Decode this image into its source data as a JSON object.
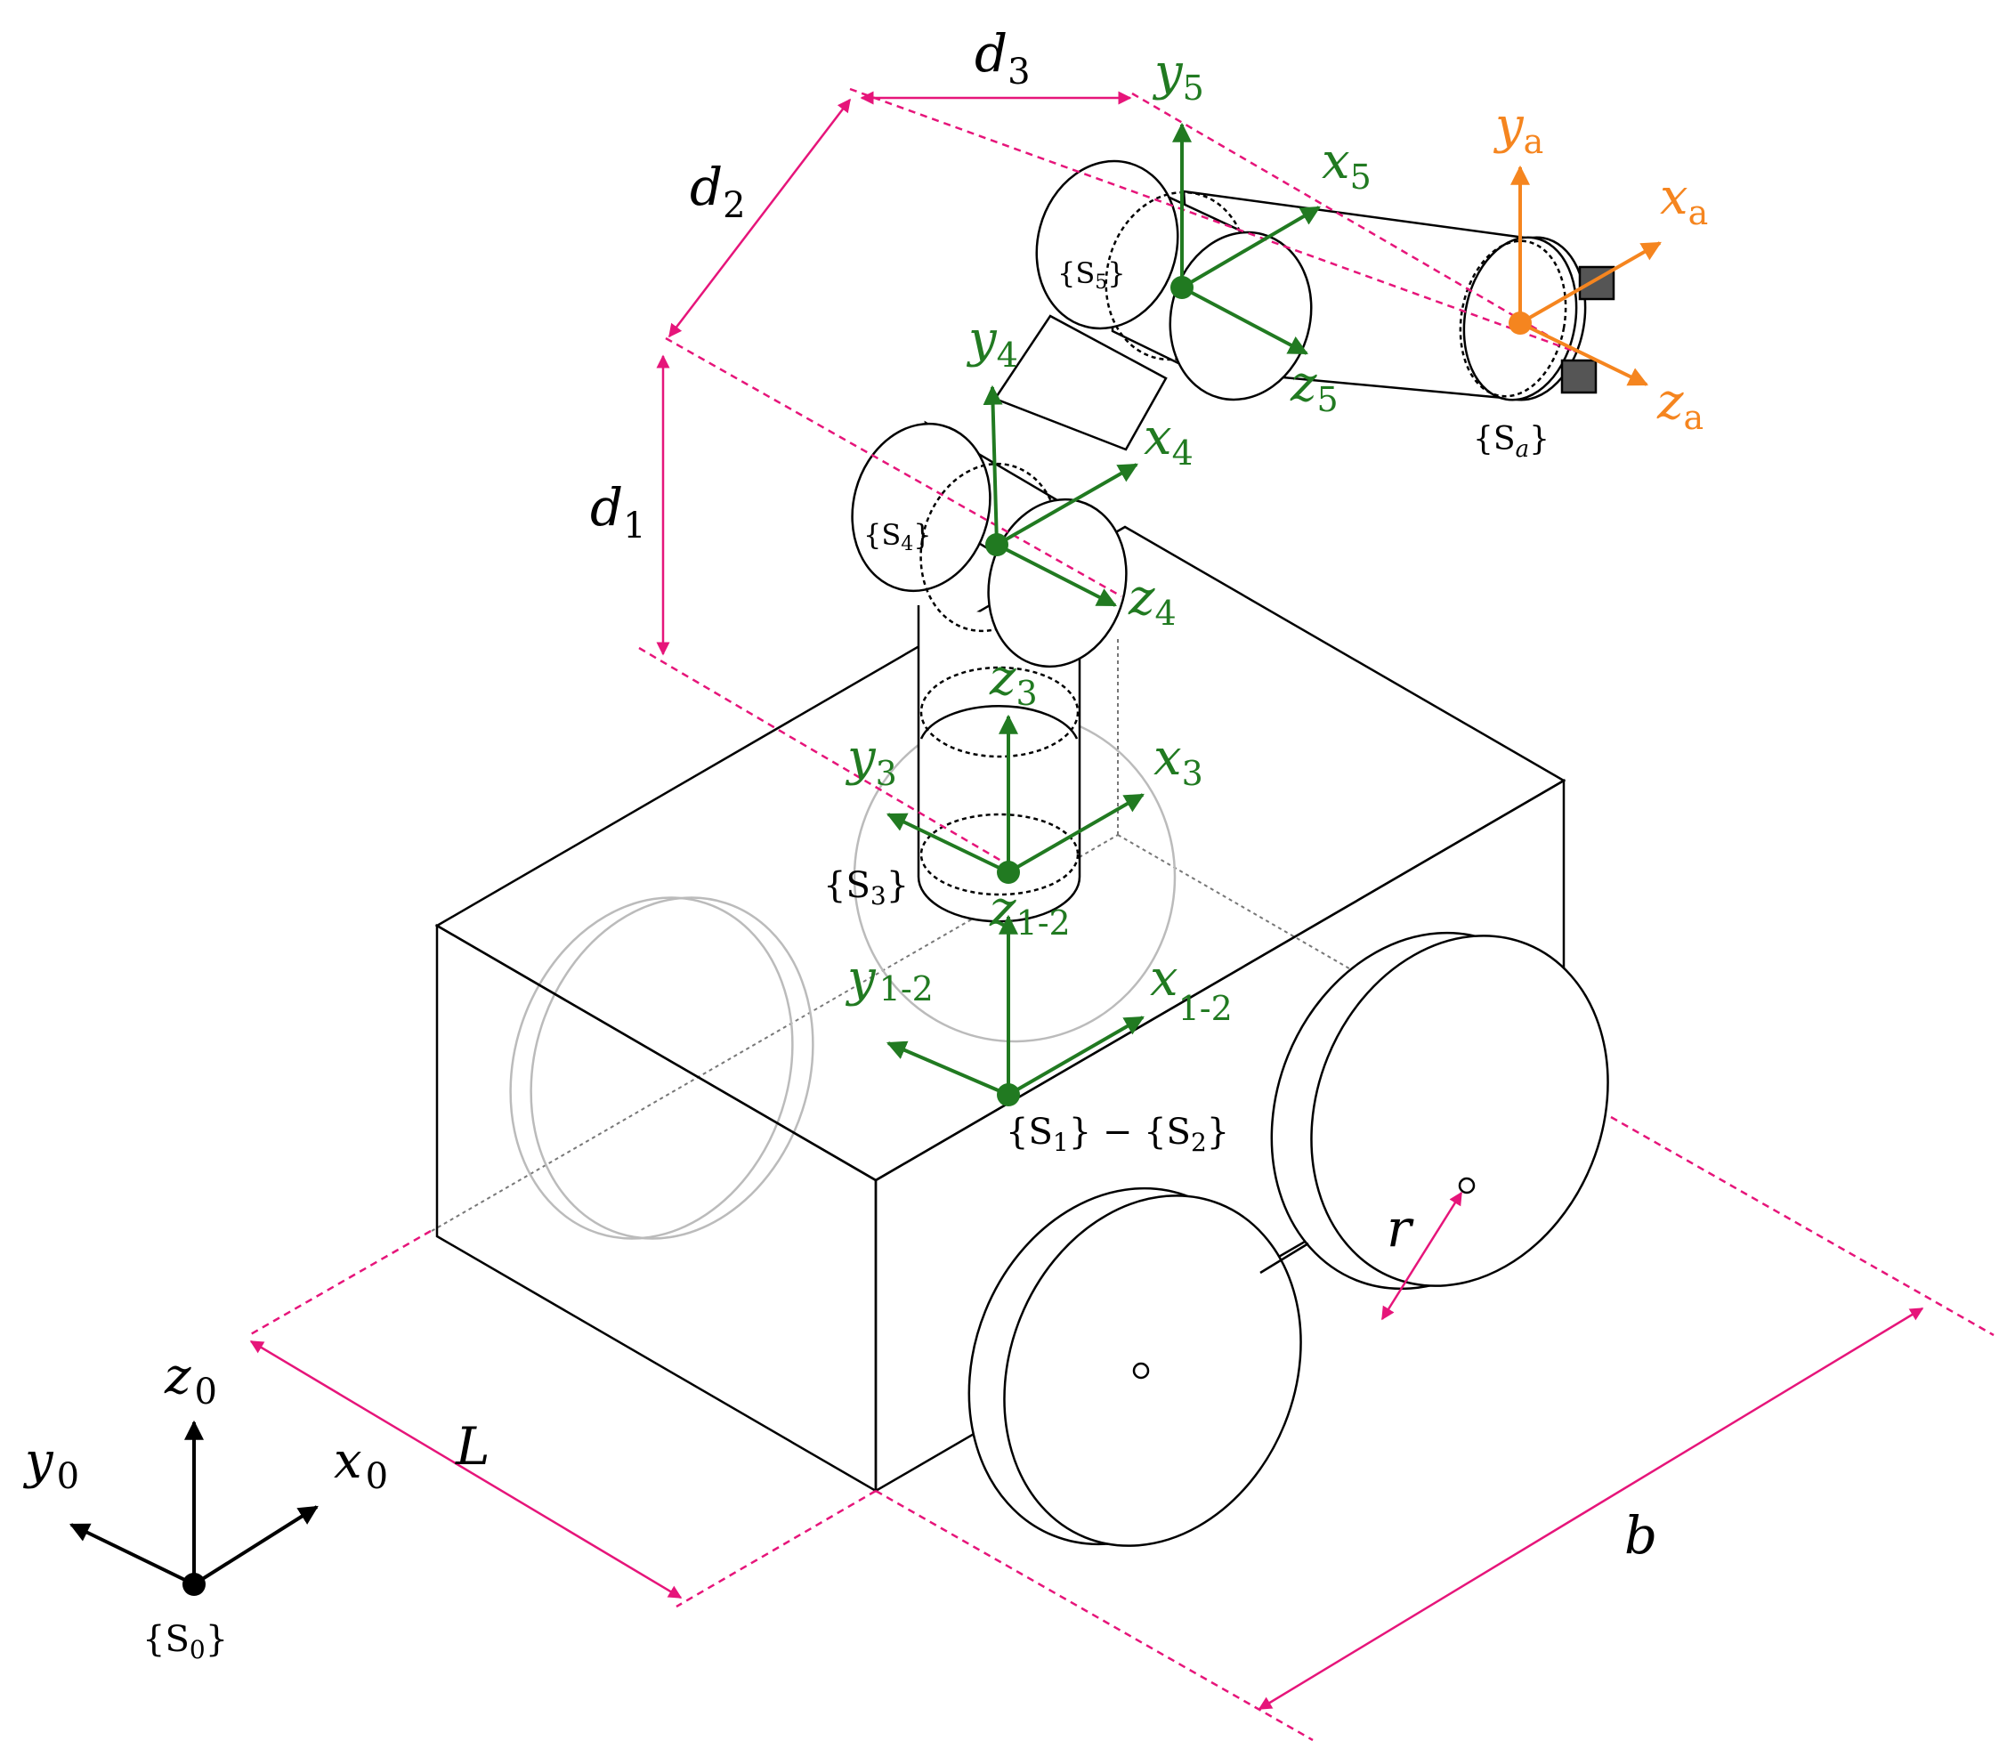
{
  "colors": {
    "outline": "#000000",
    "hidden_edge": "#777777",
    "faint_wheel": "#bbbbbb",
    "dimension": "#e6157a",
    "joint_frame": "#217a21",
    "tool_frame": "#f5851f"
  },
  "dimensions": {
    "d1": {
      "sym": "d",
      "sub": "1"
    },
    "d2": {
      "sym": "d",
      "sub": "2"
    },
    "d3": {
      "sym": "d",
      "sub": "3"
    },
    "L": {
      "sym": "L"
    },
    "b": {
      "sym": "b"
    },
    "r": {
      "sym": "r"
    }
  },
  "frames": {
    "S0": {
      "name": "{S",
      "sub": "0",
      "close": "}",
      "x": {
        "sym": "x",
        "sub": "0"
      },
      "y": {
        "sym": "y",
        "sub": "0"
      },
      "z": {
        "sym": "z",
        "sub": "0"
      }
    },
    "S12": {
      "name": "{S",
      "sub": "1",
      "mid": "} − {S",
      "sub2": "2",
      "close": "}",
      "x": {
        "sym": "x",
        "sub": "1-2"
      },
      "y": {
        "sym": "y",
        "sub": "1-2"
      },
      "z": {
        "sym": "z",
        "sub": "1-2"
      }
    },
    "S3": {
      "name": "{S",
      "sub": "3",
      "close": "}",
      "x": {
        "sym": "x",
        "sub": "3"
      },
      "y": {
        "sym": "y",
        "sub": "3"
      },
      "z": {
        "sym": "z",
        "sub": "3"
      }
    },
    "S4": {
      "name": "{S",
      "sub": "4",
      "close": "}",
      "x": {
        "sym": "x",
        "sub": "4"
      },
      "y": {
        "sym": "y",
        "sub": "4"
      },
      "z": {
        "sym": "z",
        "sub": "4"
      }
    },
    "S5": {
      "name": "{S",
      "sub": "5",
      "close": "}",
      "x": {
        "sym": "x",
        "sub": "5"
      },
      "y": {
        "sym": "y",
        "sub": "5"
      },
      "z": {
        "sym": "z",
        "sub": "5"
      }
    },
    "Sa": {
      "name": "{S",
      "sub": "a",
      "close": "}",
      "x": {
        "sym": "x",
        "sub": "a"
      },
      "y": {
        "sym": "y",
        "sub": "a"
      },
      "z": {
        "sym": "z",
        "sub": "a"
      }
    }
  }
}
